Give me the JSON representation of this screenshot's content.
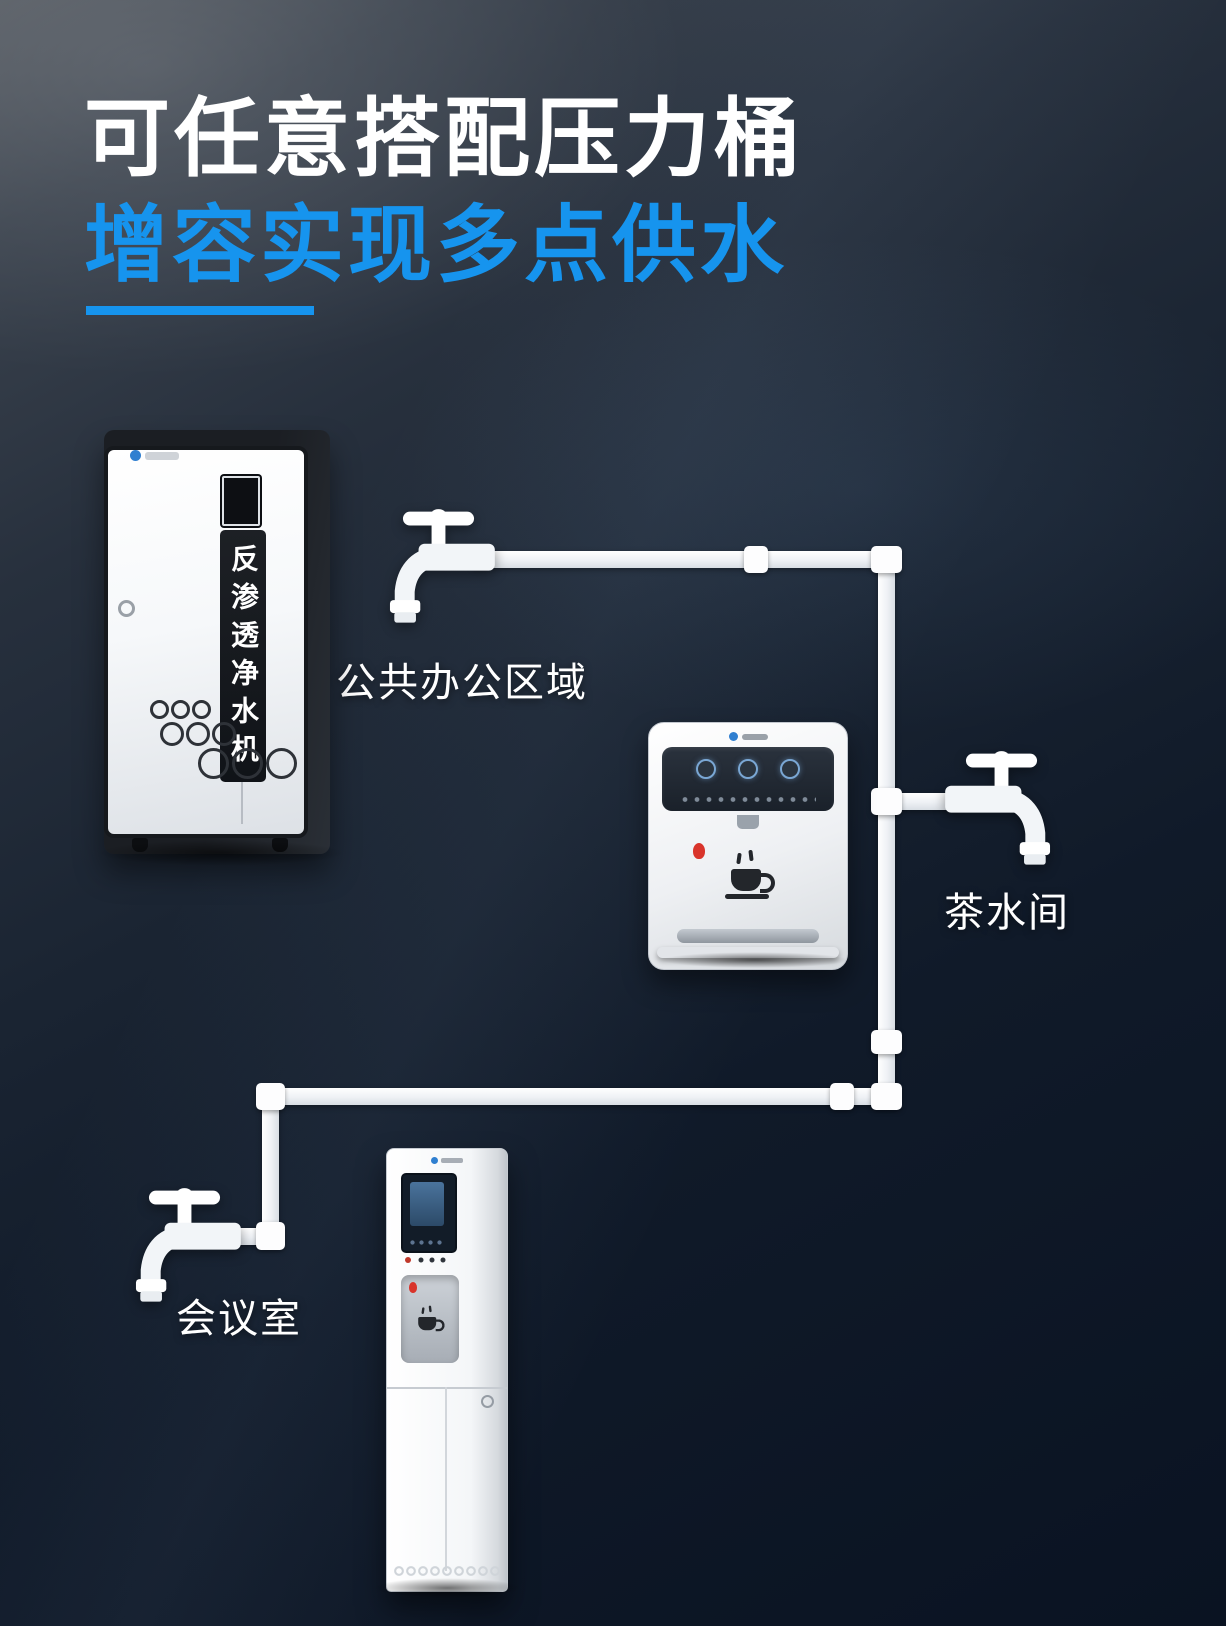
{
  "page": {
    "title": "可任意搭配压力桶",
    "subtitle": "增容实现多点供水"
  },
  "diagram": {
    "area_labels": [
      {
        "id": "office",
        "text": "公共办公区域"
      },
      {
        "id": "tea-room",
        "text": "茶水间"
      },
      {
        "id": "meeting-room",
        "text": "会议室"
      }
    ],
    "purifier_label": "反渗透净水机"
  },
  "colors": {
    "accent_blue": "#1694ee",
    "title_white": "#ffffff",
    "pipe_white": "#f4f6f9",
    "background_top": "#4d535b",
    "background_bottom": "#0a1322",
    "panel_dark": "#1f262f",
    "flame_red": "#d9342b"
  },
  "icons": {
    "faucet": "faucet-icon",
    "cup": "cup-icon",
    "flame": "flame-icon",
    "coupling": "pipe-coupling"
  }
}
